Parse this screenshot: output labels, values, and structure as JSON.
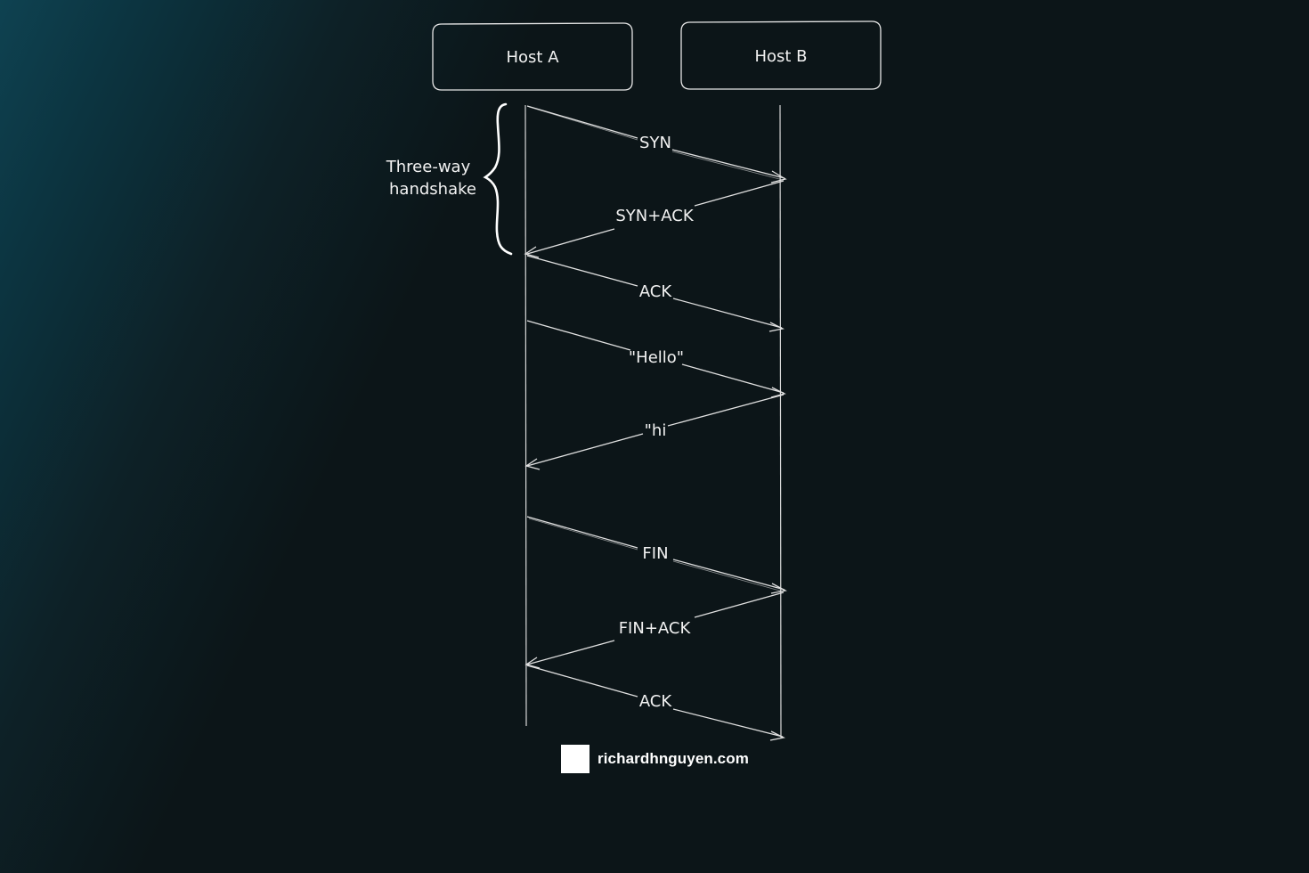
{
  "hosts": {
    "host_a": "Host A",
    "host_b": "Host B"
  },
  "handshake_label": {
    "line1": "Three-way",
    "line2": "handshake"
  },
  "messages": [
    {
      "label": "SYN",
      "from": "Host A",
      "to": "Host B"
    },
    {
      "label": "SYN+ACK",
      "from": "Host B",
      "to": "Host A"
    },
    {
      "label": "ACK",
      "from": "Host A",
      "to": "Host B"
    },
    {
      "label": "\"Hello\"",
      "from": "Host A",
      "to": "Host B"
    },
    {
      "label": "\"hi",
      "from": "Host B",
      "to": "Host A"
    },
    {
      "label": "FIN",
      "from": "Host A",
      "to": "Host B"
    },
    {
      "label": "FIN+ACK",
      "from": "Host B",
      "to": "Host A"
    },
    {
      "label": "ACK",
      "from": "Host A",
      "to": "Host B"
    }
  ],
  "footer": {
    "site": "richardhnguyen.com"
  },
  "colors": {
    "background": "#0c1518",
    "accent_glow": "#0e4251",
    "stroke": "#e6e6e6",
    "text": "#f2f2f2"
  }
}
